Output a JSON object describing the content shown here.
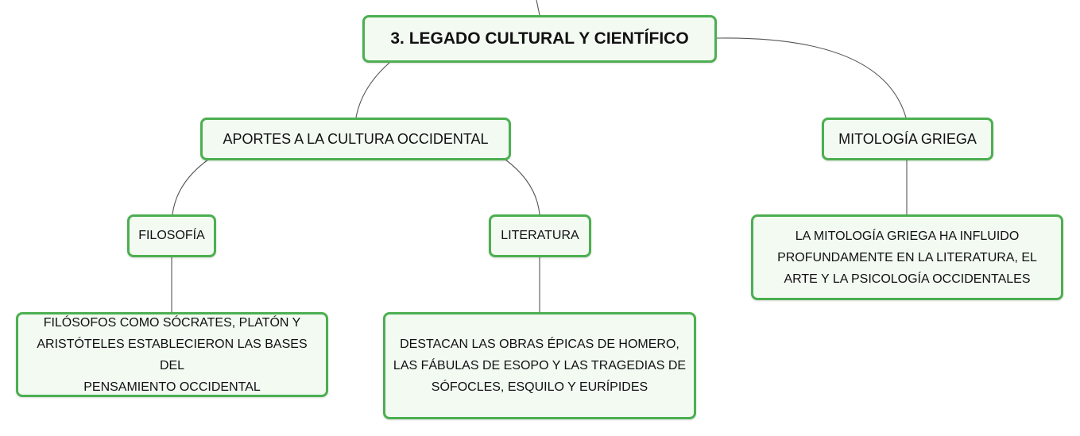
{
  "map": {
    "root": {
      "label": "3. LEGADO CULTURAL Y CIENTÍFICO"
    },
    "aportes": {
      "label": "APORTES A LA CULTURA OCCIDENTAL"
    },
    "mitologia": {
      "label": "MITOLOGÍA GRIEGA"
    },
    "filosofia": {
      "label": "FILOSOFÍA"
    },
    "literatura": {
      "label": "LITERATURA"
    },
    "filosofia_detail": {
      "lines": [
        "FILÓSOFOS COMO SÓCRATES, PLATÓN Y",
        "ARISTÓTELES ESTABLECIERON LAS BASES DEL",
        "PENSAMIENTO OCCIDENTAL"
      ]
    },
    "literatura_detail": {
      "lines": [
        "DESTACAN LAS OBRAS ÉPICAS DE HOMERO,",
        "LAS FÁBULAS DE ESOPO Y LAS TRAGEDIAS DE",
        "SÓFOCLES, ESQUILO Y EURÍPIDES"
      ]
    },
    "mitologia_detail": {
      "lines": [
        "LA MITOLOGÍA GRIEGA HA INFLUIDO",
        "PROFUNDAMENTE EN LA LITERATURA, EL",
        "ARTE Y LA PSICOLOGÍA OCCIDENTALES"
      ]
    }
  },
  "colors": {
    "node_border": "#4caf50",
    "node_fill": "#f2faf2",
    "connector": "#555555"
  }
}
